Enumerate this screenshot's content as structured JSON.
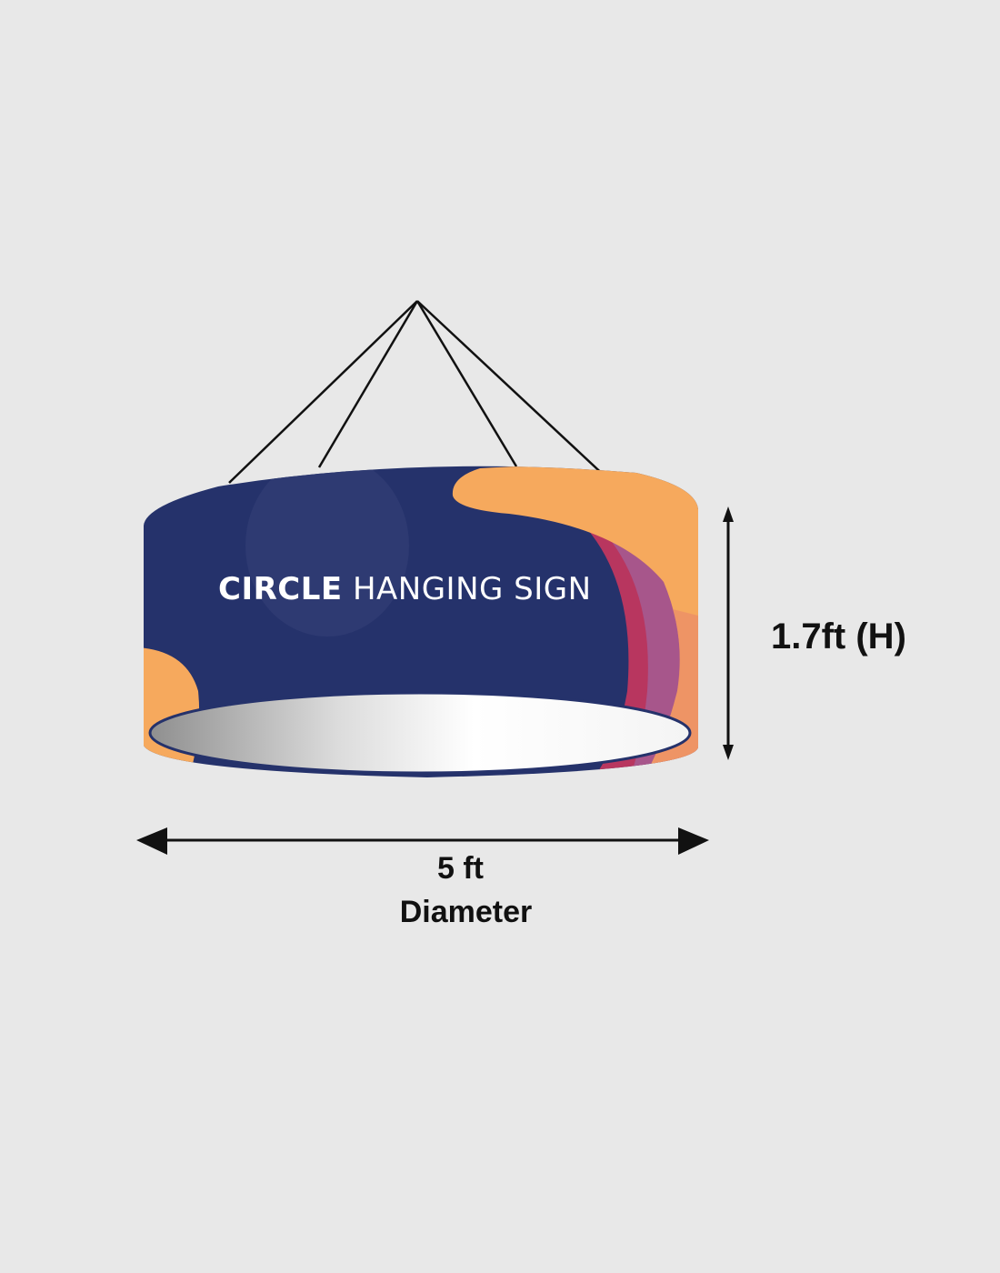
{
  "product": {
    "sign_text_bold": "CIRCLE",
    "sign_text_regular": "HANGING SIGN"
  },
  "dimensions": {
    "height": "1.7ft (H)",
    "diameter_value": "5 ft",
    "diameter_caption": "Diameter"
  },
  "colors": {
    "background": "#e8e8e8",
    "banner_navy": "#25326b",
    "accent_orange": "#f6a95d",
    "accent_magenta": "#a7568b",
    "accent_pink": "#b8365f",
    "interior_white": "#ffffff",
    "interior_gray": "#8f8f8f",
    "line_black": "#111111"
  }
}
